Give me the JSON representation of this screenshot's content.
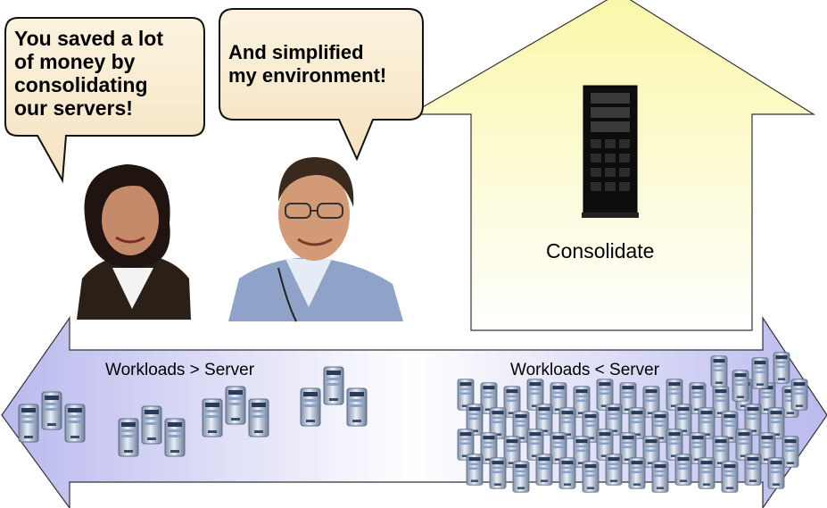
{
  "bubbles": {
    "left": {
      "text": "You saved a lot\nof money by\nconsolidating\nour servers!"
    },
    "right": {
      "text": "And simplified\nmy environment!"
    }
  },
  "arrow_up": {
    "label": "Consolidate",
    "fill_color": "#fdfbc7"
  },
  "arrow_horizontal": {
    "left_label": "Workloads > Server",
    "right_label": "Workloads < Server",
    "fill_color": "#c8c8f0"
  },
  "people": [
    {
      "name": "woman-photo"
    },
    {
      "name": "man-photo"
    }
  ],
  "icons": {
    "rack_server": "rack-server-icon",
    "small_server": "tower-server-icon"
  }
}
